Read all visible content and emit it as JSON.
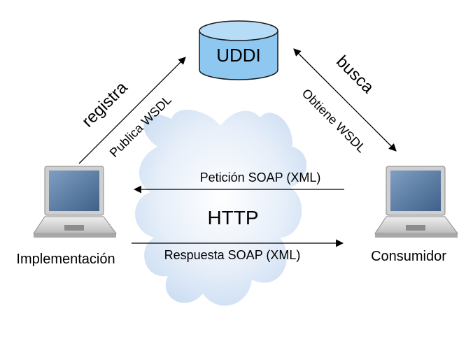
{
  "registry": {
    "label": "UDDI"
  },
  "nodes": {
    "provider": {
      "label": "Implementación"
    },
    "consumer": {
      "label": "Consumidor"
    }
  },
  "edges": {
    "publish": {
      "verb": "registra",
      "detail": "Publica WSDL"
    },
    "find": {
      "verb": "busca",
      "detail": "Obtiene WSDL"
    }
  },
  "transport": {
    "label": "HTTP",
    "request": "Petición SOAP (XML)",
    "response": "Respuesta SOAP (XML)"
  },
  "colors": {
    "cylinder_fill": "#8ec7f0",
    "cylinder_stroke": "#1a1a1a",
    "cloud_fill": "#d6e6f7",
    "line": "#000000",
    "laptop_body": "#d9d9d9",
    "laptop_screen": "#5d7fa6"
  }
}
